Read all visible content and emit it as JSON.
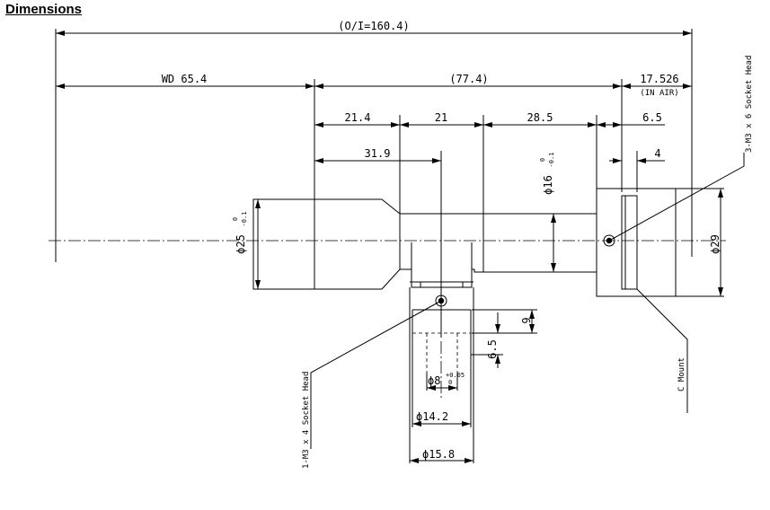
{
  "title": "Dimensions",
  "dimensions": {
    "total": "(O/I=160.4)",
    "wd": "WD 65.4",
    "body": "(77.4)",
    "back": "17.526",
    "in_air": "(IN AIR)",
    "d21_4": "21.4",
    "d21": "21",
    "d28_5": "28.5",
    "d6_5": "6.5",
    "d31_9": "31.9",
    "d4": "4",
    "d9": "9",
    "d6_5_port": "6.5"
  },
  "diameters": {
    "front": "25",
    "front_tol_upper": "0",
    "front_tol_lower": "-0.1",
    "tube": "16",
    "tube_tol_upper": "0",
    "tube_tol_lower": "-0.1",
    "mount": "29",
    "port_inner": "8",
    "port_tol_upper": "+0.05",
    "port_tol_lower": "0",
    "port_mid": "14.2",
    "port_outer": "15.8"
  },
  "labels": {
    "screw_top": "3-M3 x 6 Socket Head",
    "screw_side": "1-M3 x 4 Socket Head",
    "mount": "C Mount"
  }
}
